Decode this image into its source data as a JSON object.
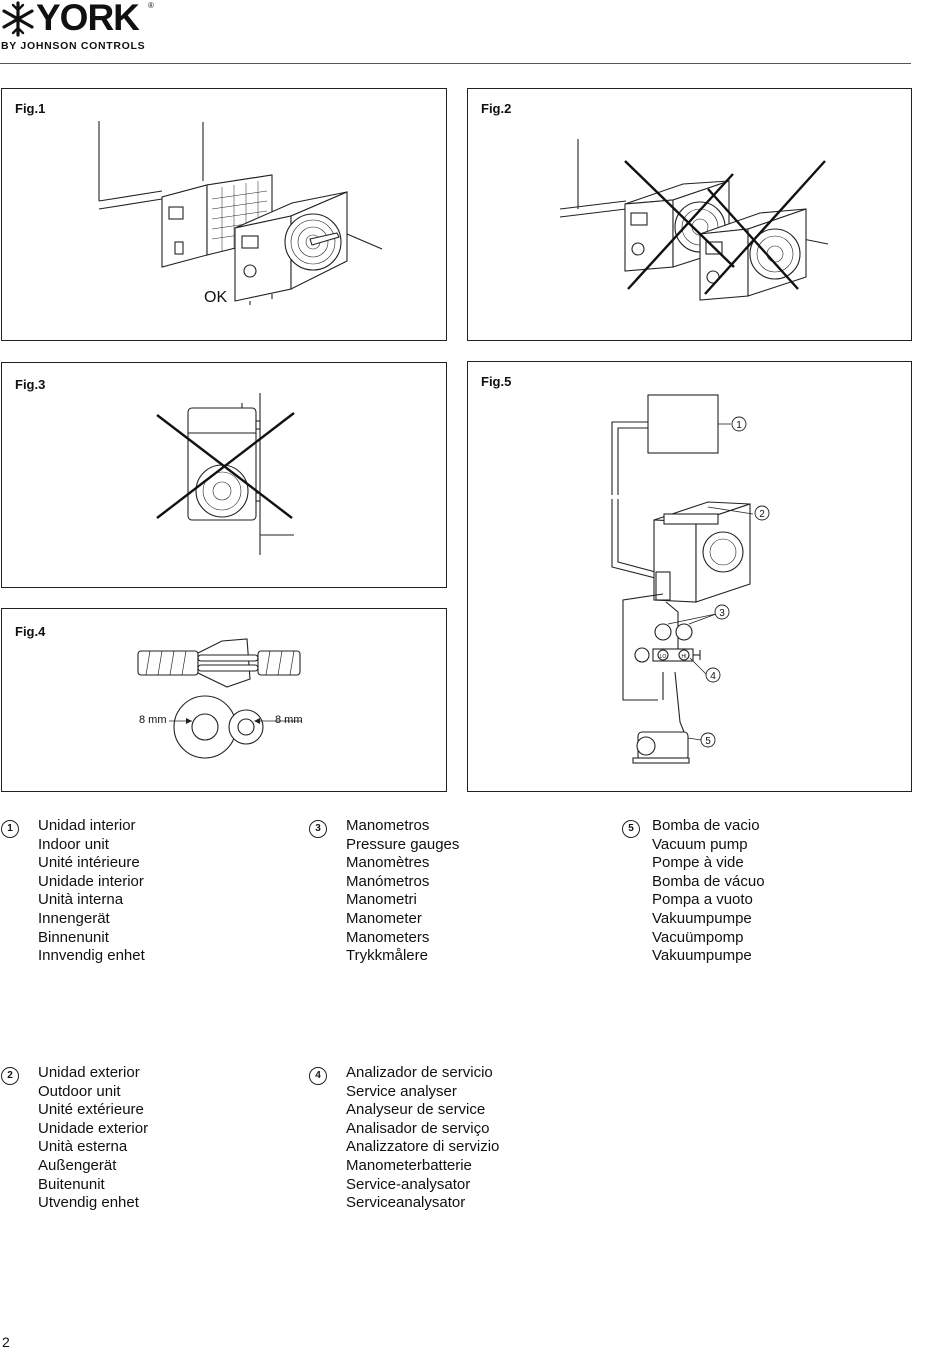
{
  "brand": {
    "name": "YORK",
    "tagline": "BY JOHNSON CONTROLS"
  },
  "figures": {
    "fig1": {
      "caption": "Fig.1",
      "note": "OK"
    },
    "fig2": {
      "caption": "Fig.2"
    },
    "fig3": {
      "caption": "Fig.3"
    },
    "fig4": {
      "caption": "Fig.4",
      "dim_left": "8 mm",
      "dim_right": "8 mm"
    },
    "fig5": {
      "caption": "Fig.5",
      "callouts": [
        "1",
        "2",
        "3",
        "4",
        "5"
      ],
      "gauge_lo": "LO",
      "gauge_hi": "HI"
    }
  },
  "legend": [
    {
      "number": "1",
      "items": [
        "Unidad interior",
        "Indoor unit",
        "Unité intérieure",
        "Unidade interior",
        "Unità interna",
        "Innengerät",
        "Binnenunit",
        "Innvendig enhet"
      ]
    },
    {
      "number": "3",
      "items": [
        "Manometros",
        "Pressure gauges",
        "Manomètres",
        "Manómetros",
        "Manometri",
        "Manometer",
        "Manometers",
        "Trykkmålere"
      ]
    },
    {
      "number": "5",
      "items": [
        "Bomba de vacio",
        "Vacuum pump",
        "Pompe à vide",
        "Bomba de vácuo",
        "Pompa a vuoto",
        "Vakuumpumpe",
        "Vacuümpomp",
        "Vakuumpumpe"
      ]
    },
    {
      "number": "2",
      "items": [
        "Unidad exterior",
        "Outdoor unit",
        "Unité extérieure",
        "Unidade exterior",
        "Unità esterna",
        "Außengerät",
        "Buitenunit",
        "Utvendig enhet"
      ]
    },
    {
      "number": "4",
      "items": [
        "Analizador de servicio",
        "Service analyser",
        "Analyseur de service",
        "Analisador de serviço",
        "Analizzatore di servizio",
        "Manometerbatterie",
        "Service-analysator",
        "Serviceanalysator"
      ]
    }
  ],
  "page_number": "2"
}
